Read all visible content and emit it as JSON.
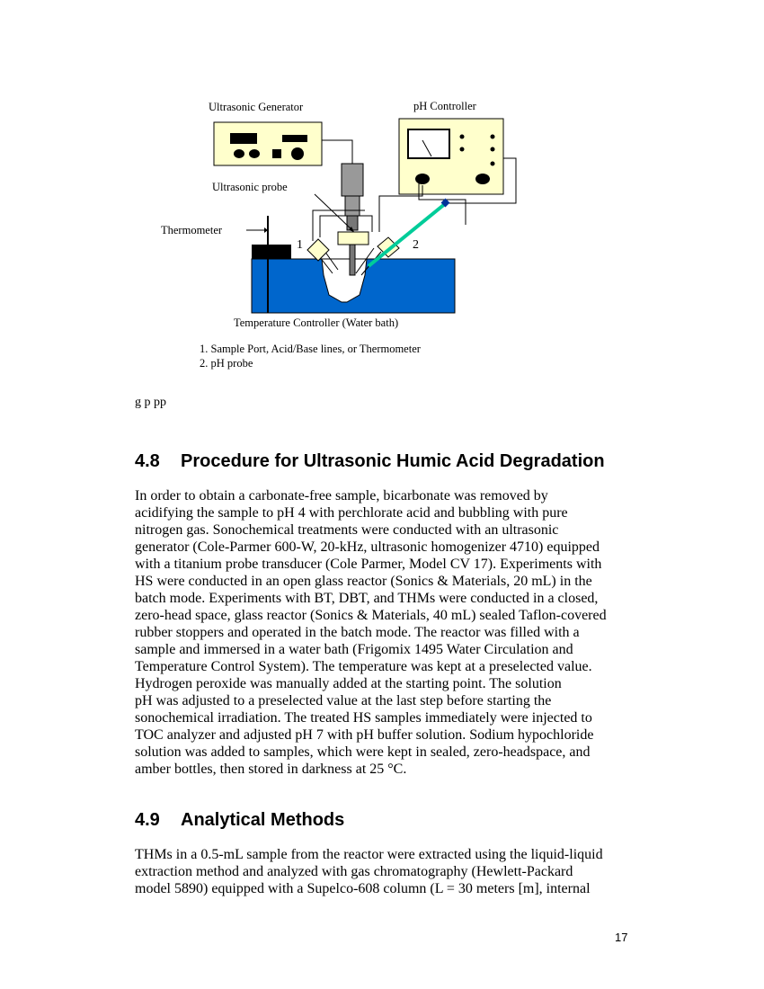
{
  "figure": {
    "labels": {
      "ultrasonic_generator": "Ultrasonic Generator",
      "ph_controller": "pH Controller",
      "ultrasonic_probe": "Ultrasonic probe",
      "thermometer": "Thermometer",
      "port_1": "1",
      "port_2": "2",
      "temperature_controller": "Temperature Controller (Water bath)"
    },
    "legend": [
      "1. Sample Port, Acid/Base lines, or Thermometer",
      "2. pH probe"
    ],
    "colors": {
      "water_bath": "#0066cc",
      "ph_probe": "#00cc99",
      "controller_panel": "#ffffcc"
    }
  },
  "cutoff_caption": "g          p              pp",
  "sections": [
    {
      "number": "4.8",
      "title": "Procedure for Ultrasonic Humic Acid Degradation",
      "lines": [
        "In order to obtain a carbonate-free sample, bicarbonate was removed by",
        "acidifying the sample to pH 4 with perchlorate acid and bubbling with pure",
        "nitrogen gas. Sonochemical treatments were conducted with an ultrasonic",
        "generator (Cole-Parmer 600-W, 20-kHz, ultrasonic homogenizer 4710) equipped",
        "with a titanium probe transducer (Cole Parmer, Model CV 17).  Experiments with",
        "HS were conducted in an open glass reactor (Sonics & Materials, 20 mL) in the",
        "batch mode.  Experiments with BT, DBT, and THMs were conducted in a closed,",
        "zero-head space, glass reactor (Sonics & Materials, 40 mL) sealed Taflon-covered",
        "rubber stoppers and operated in the batch mode.  The reactor was filled with a",
        "sample and immersed in a water bath (Frigomix 1495 Water Circulation and",
        "Temperature Control System).  The temperature was kept at a preselected value.",
        "Hydrogen peroxide was manually added at the starting point.  The solution",
        "pH was adjusted to a preselected value at the last step before starting the",
        "sonochemical irradiation.  The treated HS samples immediately were injected to",
        "TOC analyzer and adjusted pH 7 with pH buffer solution.  Sodium hypochloride",
        "solution was added to samples, which were kept in sealed, zero-headspace, and",
        "amber bottles, then stored in darkness at 25 °C."
      ]
    },
    {
      "number": "4.9",
      "title": "Analytical Methods",
      "lines": [
        "THMs in a 0.5-mL sample from the reactor were extracted using the liquid-liquid",
        "extraction method and analyzed with gas chromatography (Hewlett-Packard",
        "model 5890) equipped with a Supelco-608 column (L = 30 meters [m], internal"
      ]
    }
  ],
  "page_number": "17"
}
